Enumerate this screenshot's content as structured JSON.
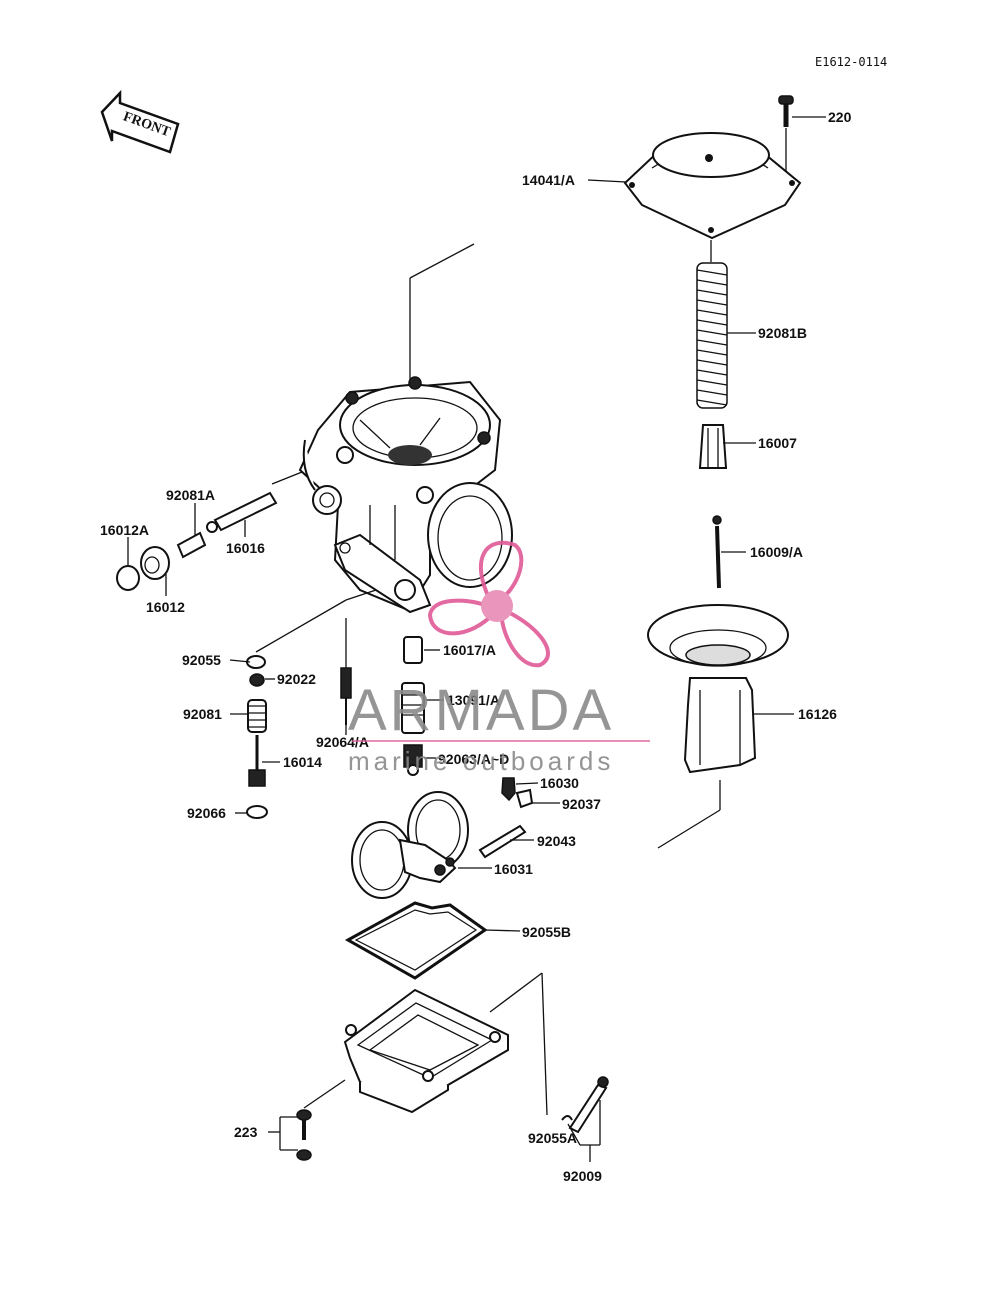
{
  "diagram": {
    "code": "E1612-0114",
    "front_label": "FRONT",
    "watermark": {
      "brand": "ARMADA",
      "tagline": "marine outboards",
      "accent": "#e05a96"
    }
  },
  "parts": {
    "p220": "220",
    "p14041A": "14041/A",
    "p92081B": "92081B",
    "p16007": "16007",
    "p16009A": "16009/A",
    "p16126": "16126",
    "p92081A": "92081A",
    "p16012A": "16012A",
    "p16016": "16016",
    "p16012": "16012",
    "p92055": "92055",
    "p92022": "92022",
    "p92081": "92081",
    "p16014": "16014",
    "p92066": "92066",
    "p16017A": "16017/A",
    "p13091A": "13091/A",
    "p92064A": "92064/A",
    "p92063AD": "92063/A~D",
    "p16030": "16030",
    "p92037": "92037",
    "p92043": "92043",
    "p16031": "16031",
    "p92055B": "92055B",
    "p223": "223",
    "p92055A": "92055A",
    "p92009": "92009"
  }
}
